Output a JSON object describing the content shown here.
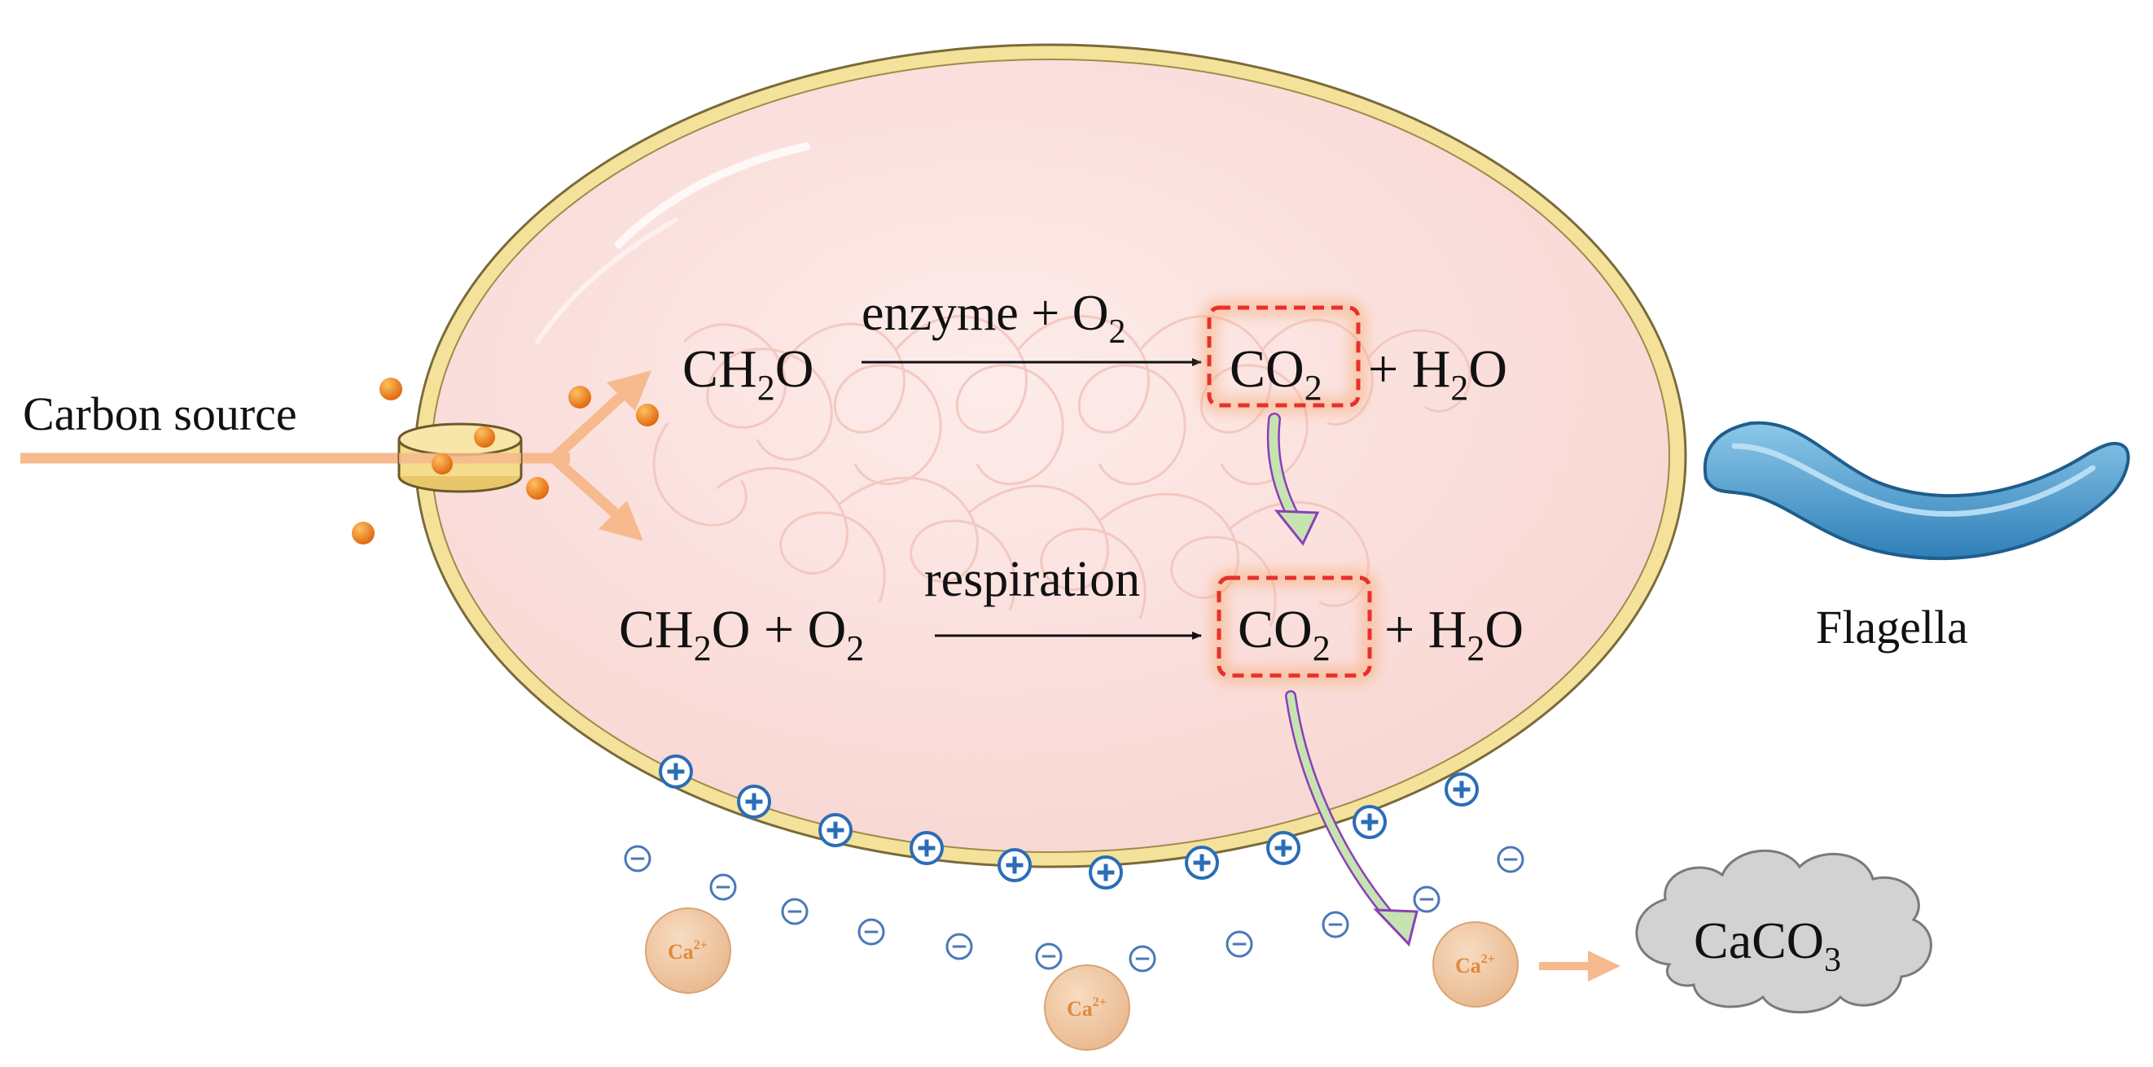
{
  "labels": {
    "carbon_source": "Carbon source",
    "flagella": "Flagella",
    "caco3_main": "CaCO",
    "caco3_sub": "3"
  },
  "reaction1": {
    "reactant_main": "CH",
    "reactant_sub": "2",
    "reactant_end": "O",
    "condition_main": "enzyme + O",
    "condition_sub": "2",
    "co2_main": "CO",
    "co2_sub": "2",
    "plus_h2o_main": "+ H",
    "plus_h2o_sub": "2",
    "plus_h2o_end": "O"
  },
  "reaction2": {
    "reactant_a_main": "CH",
    "reactant_a_sub": "2",
    "reactant_a_end": "O + O",
    "reactant_b_sub": "2",
    "condition": "respiration",
    "co2_main": "CO",
    "co2_sub": "2",
    "plus_h2o_main": "+ H",
    "plus_h2o_sub": "2",
    "plus_h2o_end": "O"
  },
  "ions": {
    "calcium_main": "Ca",
    "calcium_charge": "2+"
  },
  "colors": {
    "cell_fill": "#fbe3df",
    "cell_wall": "#f3e394",
    "carbon_arrow": "#f7b98e",
    "particle": "#f08a1e",
    "co2_box": "#e8302a",
    "co2_glow": "#f6a56a",
    "flagellum": "#4f9fd0",
    "positive_ion": "#2a6db8",
    "negative_ion": "#4a78b8",
    "calcium": "#efc59e",
    "caco3_cloud": "#cfcfcf"
  }
}
